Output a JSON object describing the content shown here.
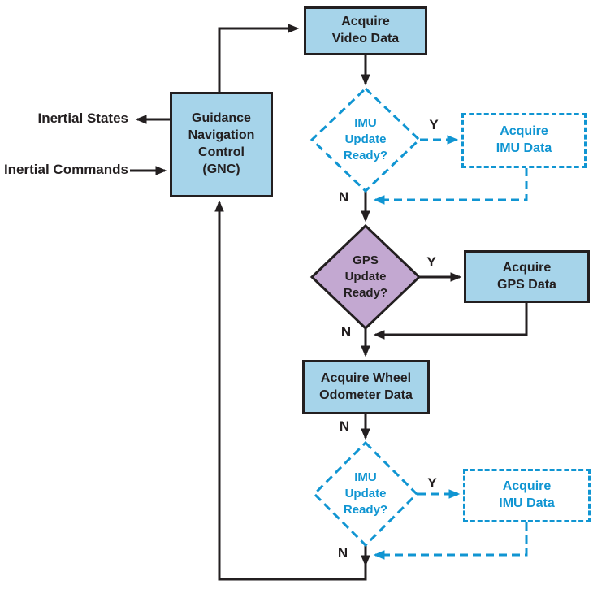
{
  "nodes": {
    "acquire_video": "Acquire\nVideo Data",
    "gnc": "Guidance\nNavigation\nControl\n(GNC)",
    "imu_update_1": "IMU\nUpdate\nReady?",
    "acquire_imu_1": "Acquire\nIMU Data",
    "gps_update": "GPS\nUpdate\nReady?",
    "acquire_gps": "Acquire\nGPS Data",
    "acquire_wheel": "Acquire Wheel\nOdometer Data",
    "imu_update_2": "IMU\nUpdate\nReady?",
    "acquire_imu_2": "Acquire\nIMU Data"
  },
  "io_labels": {
    "inertial_states": "Inertial States",
    "inertial_commands": "Inertial Commands"
  },
  "branch": {
    "yes": "Y",
    "no": "N"
  },
  "edges": [
    {
      "from": "gnc",
      "to": "acquire_video",
      "style": "solid"
    },
    {
      "from": "acquire_video",
      "to": "imu_update_1",
      "style": "solid"
    },
    {
      "from": "imu_update_1",
      "to": "acquire_imu_1",
      "label": "Y",
      "style": "dashed"
    },
    {
      "from": "imu_update_1",
      "to": "gps_update",
      "label": "N",
      "style": "solid"
    },
    {
      "from": "acquire_imu_1",
      "to": "gps_update",
      "style": "dashed"
    },
    {
      "from": "gps_update",
      "to": "acquire_gps",
      "label": "Y",
      "style": "solid"
    },
    {
      "from": "gps_update",
      "to": "acquire_wheel",
      "label": "N",
      "style": "solid"
    },
    {
      "from": "acquire_gps",
      "to": "acquire_wheel",
      "style": "solid"
    },
    {
      "from": "acquire_wheel",
      "to": "imu_update_2",
      "label": "N",
      "style": "solid"
    },
    {
      "from": "imu_update_2",
      "to": "acquire_imu_2",
      "label": "Y",
      "style": "dashed"
    },
    {
      "from": "imu_update_2",
      "to": "gnc",
      "label": "N",
      "style": "solid"
    },
    {
      "from": "acquire_imu_2",
      "to": "gnc",
      "style": "dashed"
    },
    {
      "from": "gnc",
      "to": "inertial_states",
      "style": "solid"
    },
    {
      "from": "inertial_commands",
      "to": "gnc",
      "style": "solid"
    }
  ],
  "colors": {
    "box_fill": "#a6d4ea",
    "decision_fill": "#c3a8d1",
    "line_black": "#231f20",
    "line_blue": "#1095d2",
    "background": "#ffffff"
  }
}
